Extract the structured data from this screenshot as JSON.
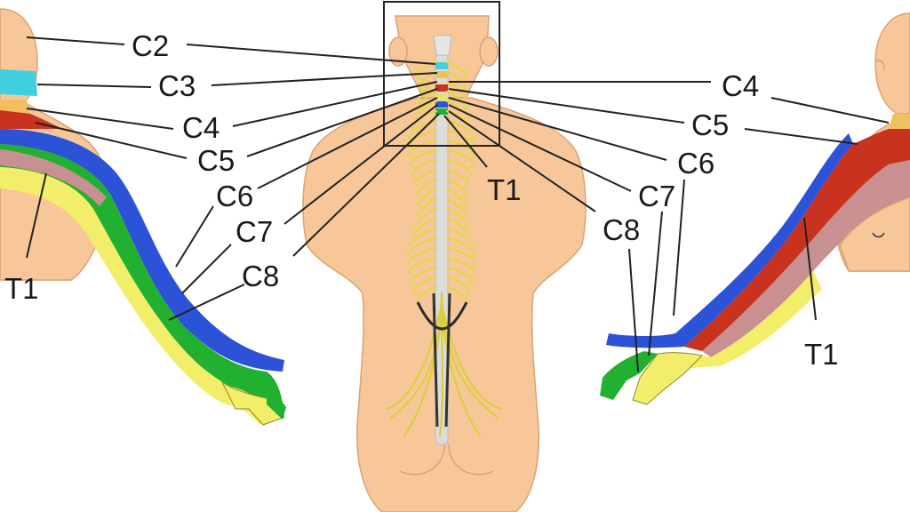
{
  "labels": {
    "left_c2": "C2",
    "left_c3": "C3",
    "left_c4": "C4",
    "left_c5": "C5",
    "left_c6": "C6",
    "left_c7": "C7",
    "left_c8": "C8",
    "left_t1": "T1",
    "center_t1": "T1",
    "right_c4": "C4",
    "right_c5": "C5",
    "right_c6": "C6",
    "right_c7": "C7",
    "right_c8": "C8",
    "right_t1": "T1"
  },
  "colors": {
    "skin": "#f7c79a",
    "c2": "#f7c79a",
    "c3": "#40d0e0",
    "c4": "#f0c060",
    "c5": "#c8321e",
    "c6": "#2c52d8",
    "c7": "#22b030",
    "c8": "#f2ee6a",
    "t1": "#c89090",
    "nerve": "#e0d840",
    "spine": "#dcdcdc"
  }
}
